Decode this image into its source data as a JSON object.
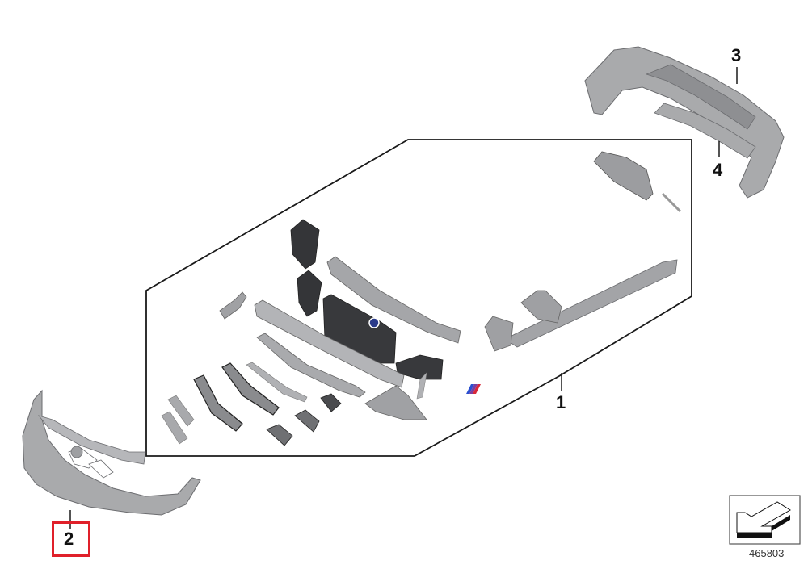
{
  "diagram": {
    "type": "exploded parts diagram",
    "colors": {
      "part_fill": "#a9aaac",
      "part_dark": "#2f3032",
      "outline": "#1a1a1a",
      "highlight_box": "#e0202a",
      "m_stripe_blue": "#2a4fd0",
      "m_stripe_purple": "#7a3fa0",
      "m_stripe_red": "#d8283a"
    },
    "callouts": [
      {
        "id": "1",
        "label": "1",
        "part": "bumper trim kit (exploded components)"
      },
      {
        "id": "2",
        "label": "2",
        "part": "front bumper",
        "highlighted": true
      },
      {
        "id": "3",
        "label": "3",
        "part": "rear bumper"
      },
      {
        "id": "4",
        "label": "4",
        "part": "rear diffuser trim"
      }
    ],
    "reference_number": "465803",
    "legend_icon": "arrow-icon"
  }
}
